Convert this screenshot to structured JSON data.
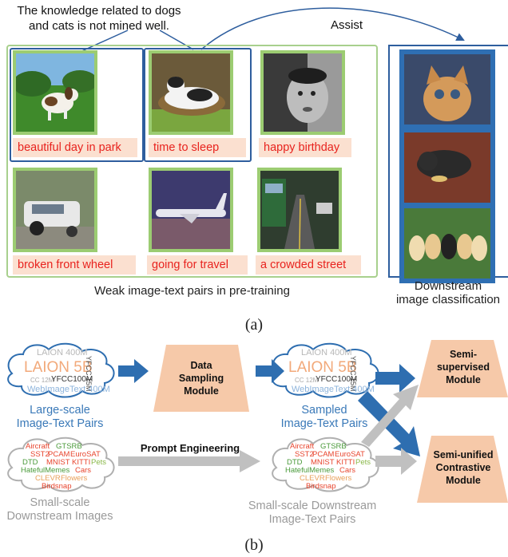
{
  "part_a": {
    "annotation_left": [
      "The knowledge related to dogs",
      "and cats is not mined well."
    ],
    "annotation_right": "Assist",
    "pretrain_pairs": [
      {
        "caption": "beautiful day in park",
        "image": "dog-running-in-park"
      },
      {
        "caption": "time to sleep",
        "image": "cat-in-basket"
      },
      {
        "caption": "happy birthday",
        "image": "man-portrait-bw"
      },
      {
        "caption": "broken front wheel",
        "image": "white-suv-broken-wheel"
      },
      {
        "caption": "going for travel",
        "image": "airplane-on-runway"
      },
      {
        "caption": "a crowded street",
        "image": "bus-on-street"
      }
    ],
    "pretrain_label": "Weak image-text pairs in pre-training",
    "downstream_images": [
      "kitten",
      "puppy-lying",
      "row-of-puppies"
    ],
    "downstream_label": [
      "Downstream",
      "image classification"
    ],
    "subfig": "(a)"
  },
  "part_b": {
    "large_cloud": {
      "words": [
        "LAION 400M",
        "LAION 5B",
        "YFCC 15M",
        "CC 12M",
        "YFCC100M",
        "WebImageText 400M"
      ],
      "label": [
        "Large-scale",
        "Image-Text Pairs"
      ]
    },
    "data_sampling": [
      "Data",
      "Sampling",
      "Module"
    ],
    "sampled_cloud": {
      "words": [
        "LAION 400M",
        "LAION 5B",
        "YFCC 15M",
        "CC 12M",
        "YFCC100M",
        "WebImageText 400M"
      ],
      "label": [
        "Sampled",
        "Image-Text Pairs"
      ]
    },
    "semi_supervised": [
      "Semi-",
      "supervised",
      "Module"
    ],
    "semi_unified": [
      "Semi-unified",
      "Contrastive",
      "Module"
    ],
    "small_cloud": {
      "words": [
        "Aircraft",
        "GTSRB",
        "SST2",
        "PCAM",
        "EuroSAT",
        "DTD",
        "MNIST",
        "KITTI",
        "Pets",
        "HatefulMemes",
        "Cars",
        "CLEVR",
        "Flowers",
        "Birdsnap"
      ],
      "label": [
        "Small-scale",
        "Downstream Images"
      ]
    },
    "prompt_engineering": "Prompt Engineering",
    "small_pairs_cloud": {
      "words": [
        "Aircraft",
        "GTSRB",
        "SST2",
        "PCAM",
        "EuroSAT",
        "DTD",
        "MNIST",
        "KITTI",
        "Pets",
        "HatefulMemes",
        "Cars",
        "CLEVR",
        "Flowers",
        "Birdsnap"
      ],
      "label": [
        "Small-scale Downstream",
        "Image-Text Pairs"
      ]
    },
    "subfig": "(b)",
    "colors": {
      "blue_arrow": "#2e6eb0",
      "gray_arrow": "#c0c0c0",
      "module_fill": "#f6c9a9",
      "caption_red": "#e8231e",
      "frame_green": "#a8d08d"
    }
  }
}
